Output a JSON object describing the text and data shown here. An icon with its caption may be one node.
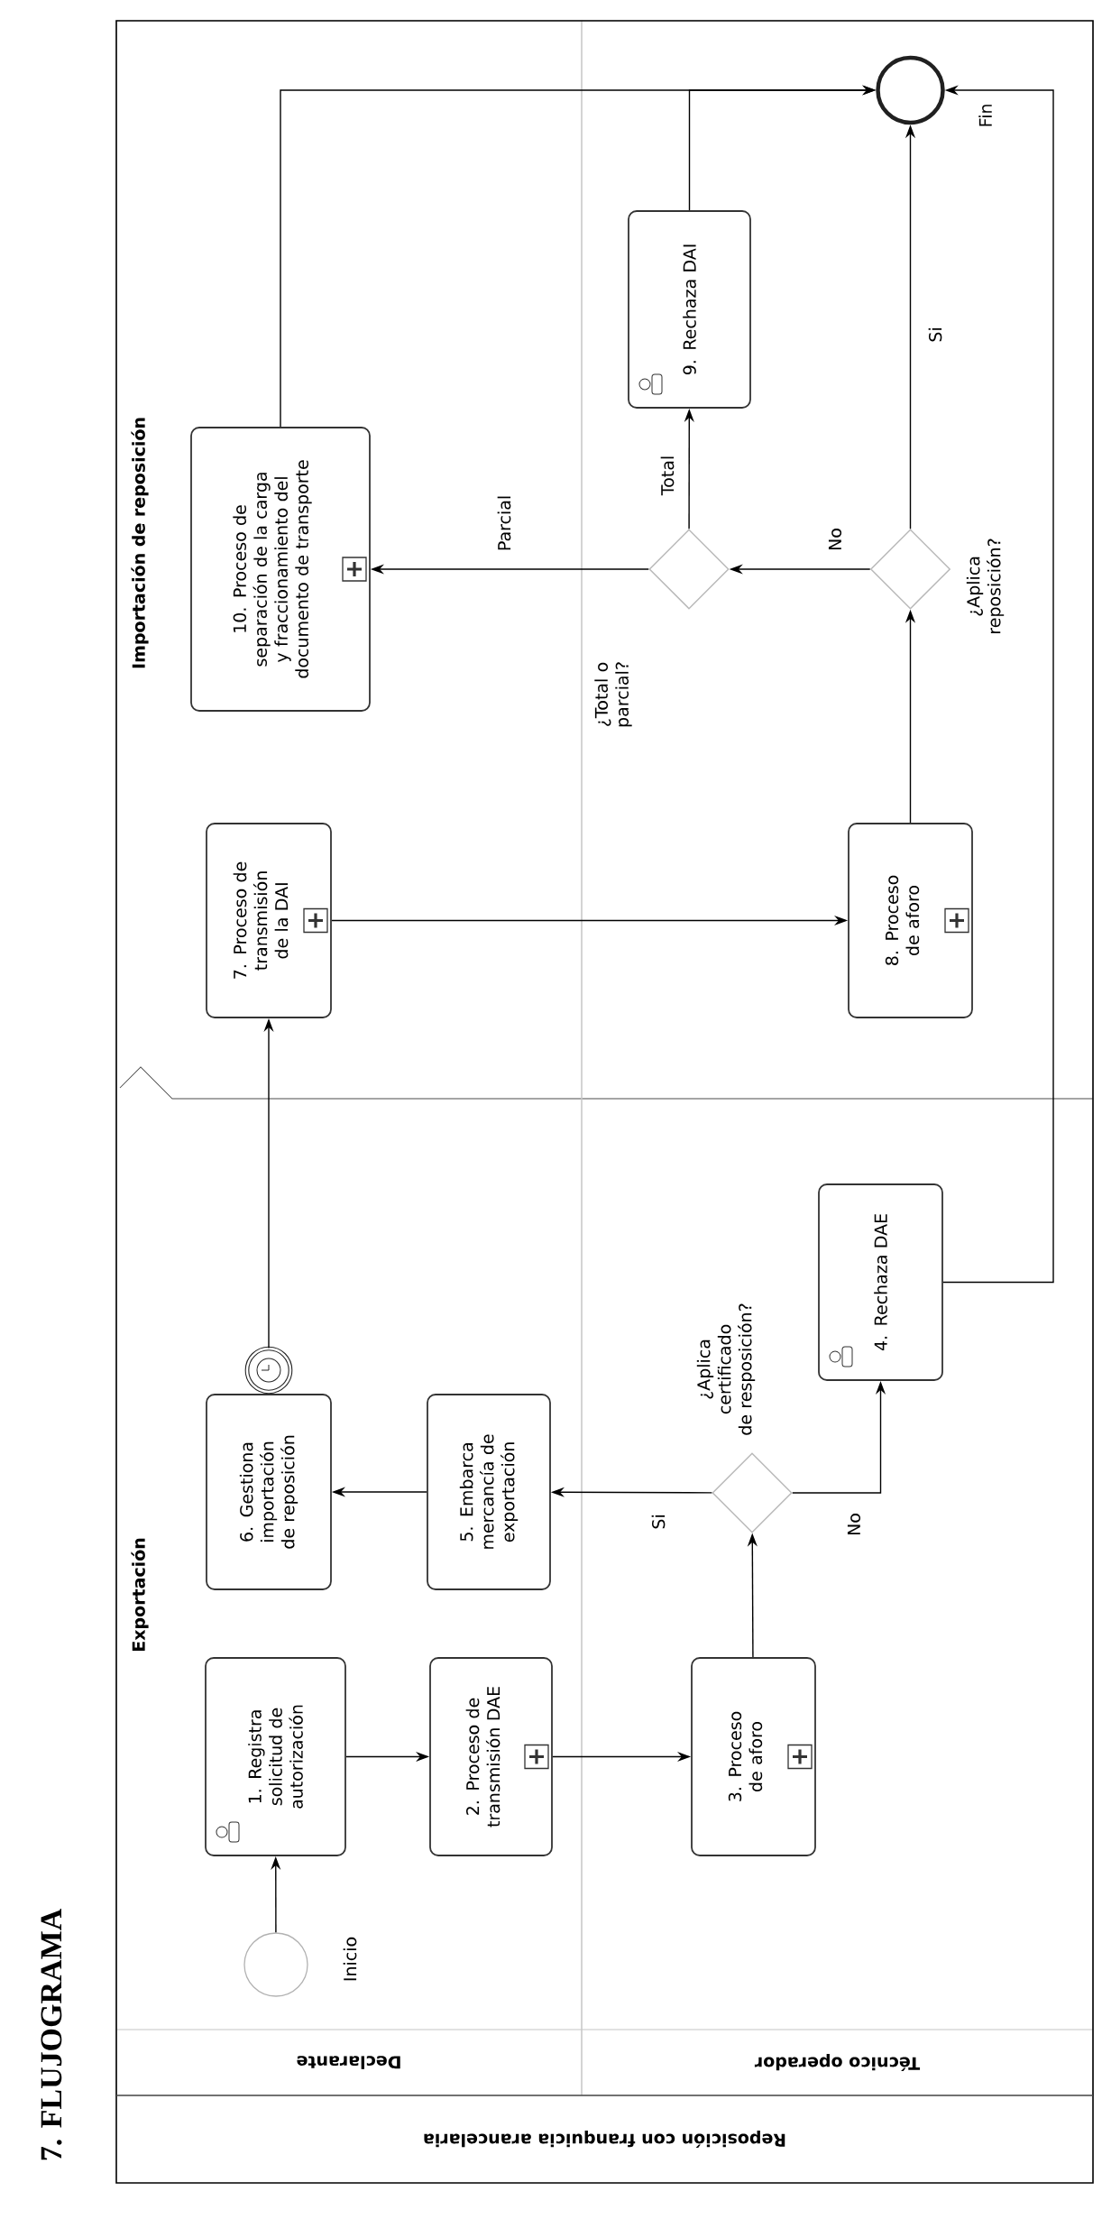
{
  "diagram": {
    "title": "7. FLUJOGRAMA",
    "nodes": [
      {
        "text": [
          "Reposición con franquicia arancelaria"
        ]
      },
      {
        "text": [
          "Declarante"
        ],
        "in": 0
      },
      {
        "text": [
          "Técnico operador"
        ],
        "in": 0
      },
      {
        "text": [],
        "shape": "circle",
        "beside": [
          "Inicio"
        ],
        "in": 1
      },
      {
        "text": [
          "1. Registra solicitud de autorización"
        ],
        "in": 1
      },
      {
        "text": [
          "2. Proceso de transmisión DAE"
        ],
        "in": 1
      },
      {
        "text": [
          "3. Proceso de aforo"
        ],
        "in": 2
      },
      {
        "text": [],
        "shape": "diamond",
        "beside": [
          "¿Aplica certificado de resposición?"
        ],
        "in": 2
      },
      {
        "text": [
          "4. Rechaza DAE"
        ],
        "in": 2
      },
      {
        "text": [
          "5. Embarca mercancía de exportación"
        ],
        "in": 1
      },
      {
        "text": [
          "6. Gestiona importación de reposición"
        ],
        "in": 1
      },
      {
        "text": [],
        "shape": "circle",
        "in": 1
      },
      {
        "text": [
          "7. Proceso de transmisión de la DAI"
        ],
        "in": 1
      },
      {
        "text": [
          "8. Proceso de aforo"
        ],
        "in": 2
      },
      {
        "text": [],
        "shape": "diamond",
        "beside": [
          "¿Aplica reposición?"
        ],
        "in": 2
      },
      {
        "text": [],
        "shape": "diamond",
        "beside": [
          "¿Total o parcial?"
        ],
        "in": 2
      },
      {
        "text": [
          "9. Rechaza DAI"
        ],
        "in": 2
      },
      {
        "text": [
          "10. Proceso de separación de la carga y fraccionamiento del documento de transporte"
        ],
        "in": 1
      },
      {
        "text": [],
        "shape": "circle",
        "beside": [
          "Fin"
        ],
        "in": 2
      }
    ],
    "edges": [
      {
        "from": 3,
        "to": 4,
        "arrow": "to"
      },
      {
        "from": 4,
        "to": 5,
        "arrow": "to"
      },
      {
        "from": 5,
        "to": 6,
        "arrow": "to"
      },
      {
        "from": 6,
        "to": 7,
        "arrow": "to"
      },
      {
        "from": 7,
        "to": 9,
        "arrow": "to",
        "label": "Si"
      },
      {
        "from": 7,
        "to": 8,
        "arrow": "to",
        "label": "No"
      },
      {
        "from": 9,
        "to": 10,
        "arrow": "to"
      },
      {
        "from": 11,
        "to": 12,
        "arrow": "to"
      },
      {
        "from": 8,
        "to": 18,
        "arrow": "to"
      },
      {
        "from": 12,
        "to": 13,
        "arrow": "to"
      },
      {
        "from": 13,
        "to": 14,
        "arrow": "to"
      },
      {
        "from": 14,
        "to": 18,
        "arrow": "to",
        "label": "Si"
      },
      {
        "from": 14,
        "to": 15,
        "arrow": "to",
        "label": "No"
      },
      {
        "from": 15,
        "to": 17,
        "arrow": "to",
        "label": "Parcial"
      },
      {
        "from": 15,
        "to": 16,
        "arrow": "to",
        "label": "Total"
      },
      {
        "from": 16,
        "to": 18,
        "arrow": "to"
      },
      {
        "from": 17,
        "to": 18,
        "arrow": "to"
      }
    ],
    "labels": [
      "Exportación",
      "Importación de reposición"
    ]
  }
}
